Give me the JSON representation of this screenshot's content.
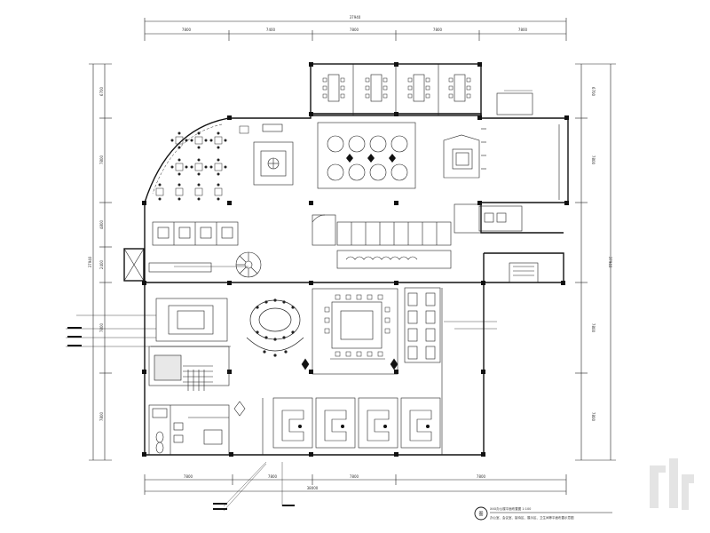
{
  "drawing": {
    "dims_top_total": "37940",
    "dims_top": [
      "7800",
      "7400",
      "7800",
      "7800",
      "7800"
    ],
    "dims_bottom_total": "38000",
    "dims_bottom": [
      "7800",
      "7800",
      "7800",
      "7800"
    ],
    "dims_left_total": "37940",
    "dims_left": [
      "6700",
      "7800",
      "4800",
      "2400",
      "7800",
      "7800"
    ],
    "dims_right_total": "37940",
    "dims_right": [
      "6700",
      "7800",
      "7800",
      "7800"
    ],
    "caption_line1": "XXX办公楼平面布置图 1:100",
    "caption_line2": "办公室、会议室、接待区、展示区、卫生间等平面布置示意图",
    "caption_badge": "图"
  }
}
